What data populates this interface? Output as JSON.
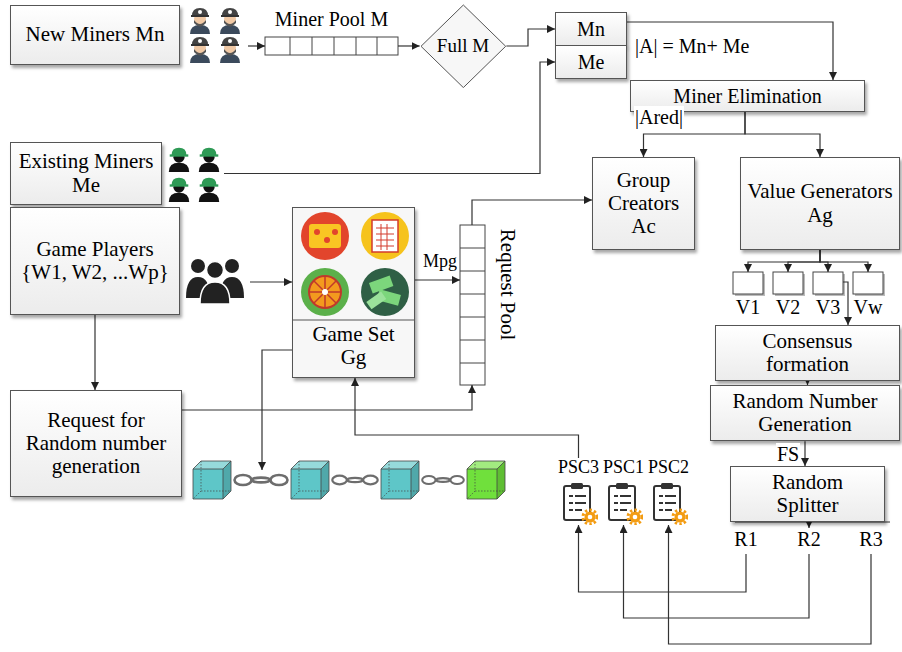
{
  "diagram": {
    "nodes": [
      {
        "text": [
          "New Miners Mn"
        ]
      },
      {
        "text": [
          "Miner Pool M"
        ]
      },
      {
        "text": [
          "Full M"
        ]
      },
      {
        "text": [
          "Mn"
        ]
      },
      {
        "text": [
          "Me"
        ]
      },
      {
        "text": [
          "Existing Miners Me"
        ]
      },
      {
        "text": [
          "Miner Elimination"
        ]
      },
      {
        "text": [
          "Group Creators Ac"
        ]
      },
      {
        "text": [
          "Value Generators Ag"
        ]
      },
      {
        "text": [
          "Game Players {W1, W2, ...Wp}"
        ]
      },
      {
        "text": [
          "Game Set Gg"
        ]
      },
      {
        "text": [
          "Request Pool"
        ]
      },
      {
        "text": [
          "V1"
        ]
      },
      {
        "text": [
          "V2"
        ]
      },
      {
        "text": [
          "V3"
        ]
      },
      {
        "text": [
          "Vw"
        ]
      },
      {
        "text": [
          "Consensus formation"
        ]
      },
      {
        "text": [
          "Request for Random number generation"
        ]
      },
      {
        "text": [
          "Random Number Generation"
        ]
      },
      {
        "text": [
          "PSC3"
        ]
      },
      {
        "text": [
          "PSC1"
        ]
      },
      {
        "text": [
          "PSC2"
        ]
      },
      {
        "text": [
          "Random Splitter"
        ]
      },
      {
        "text": [
          "R1"
        ]
      },
      {
        "text": [
          "R2"
        ]
      },
      {
        "text": [
          "R3"
        ]
      }
    ],
    "edges": [
      {
        "from": 0,
        "to": 1,
        "arrow": "to"
      },
      {
        "from": 1,
        "to": 2,
        "arrow": "to"
      },
      {
        "from": 2,
        "to": 3,
        "arrow": "to"
      },
      {
        "from": 5,
        "to": 4,
        "arrow": "to"
      },
      {
        "from": 3,
        "to": 6,
        "arrow": "to"
      },
      {
        "from": 6,
        "to": 7,
        "arrow": "to"
      },
      {
        "from": 6,
        "to": 8,
        "arrow": "to"
      },
      {
        "from": 8,
        "to": 12,
        "arrow": "to"
      },
      {
        "from": 8,
        "to": 13,
        "arrow": "to"
      },
      {
        "from": 8,
        "to": 14,
        "arrow": "to"
      },
      {
        "from": 8,
        "to": 15,
        "arrow": "to"
      },
      {
        "from": 14,
        "to": 16,
        "arrow": "to"
      },
      {
        "from": 16,
        "to": 18,
        "arrow": "to"
      },
      {
        "from": 18,
        "to": 22,
        "label": "FS",
        "arrow": "to"
      },
      {
        "from": 22,
        "to": 24,
        "arrow": "to"
      },
      {
        "from": 23,
        "to": 19,
        "arrow": "to"
      },
      {
        "from": 24,
        "to": 20,
        "arrow": "to"
      },
      {
        "from": 25,
        "to": 21,
        "arrow": "to"
      },
      {
        "from": 19,
        "to": 10,
        "arrow": "to"
      },
      {
        "from": 9,
        "to": 10,
        "arrow": "to"
      },
      {
        "from": 9,
        "to": 17,
        "arrow": "to"
      },
      {
        "from": 17,
        "to": 11,
        "arrow": "to"
      },
      {
        "from": 10,
        "to": 11,
        "label": "Mpg",
        "arrow": "to"
      },
      {
        "from": 11,
        "to": 7,
        "arrow": "to"
      }
    ],
    "labels": [
      "|A| = Mn+ Me",
      "|Ared|"
    ]
  }
}
